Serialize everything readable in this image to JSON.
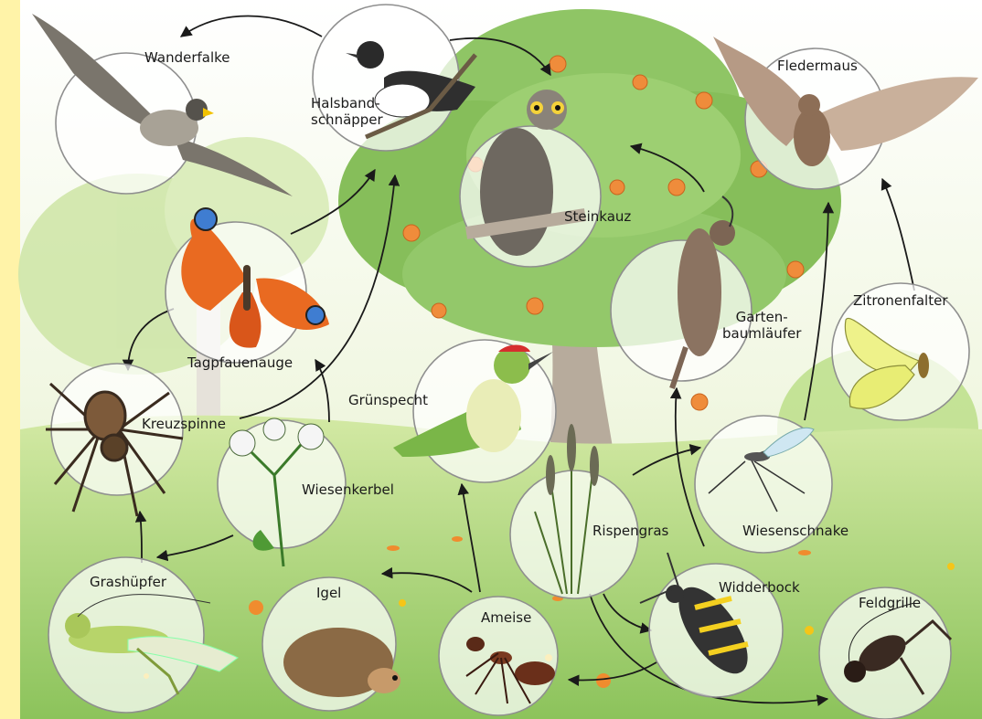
{
  "colors": {
    "margin_strip": "#fff3a8",
    "sky": "#f4f9e6",
    "meadow": "#b6d978",
    "foliage": "#8fc565",
    "trunk": "#b7ab9c",
    "circle_fill": "#ffffff",
    "circle_stroke": "#8f8f8f",
    "arrow": "#1a1a1a"
  },
  "organisms": {
    "wanderfalke": {
      "name": "Wanderfalke",
      "icon": "peregrine-falcon-icon"
    },
    "halsbandschnaepper": {
      "name_lines": [
        "Halsband-",
        "schnäpper"
      ],
      "icon": "flycatcher-icon"
    },
    "steinkauz": {
      "name": "Steinkauz",
      "icon": "little-owl-icon"
    },
    "fledermaus": {
      "name": "Fledermaus",
      "icon": "bat-icon"
    },
    "tagpfauenauge": {
      "name": "Tagpfauenauge",
      "icon": "peacock-butterfly-icon"
    },
    "gartenbaumlaeufer": {
      "name_lines": [
        "Garten-",
        "baumläufer"
      ],
      "icon": "treecreeper-icon"
    },
    "zitronenfalter": {
      "name": "Zitronenfalter",
      "icon": "brimstone-butterfly-icon"
    },
    "kreuzspinne": {
      "name": "Kreuzspinne",
      "icon": "cross-spider-icon"
    },
    "gruenspecht": {
      "name": "Grünspecht",
      "icon": "green-woodpecker-icon"
    },
    "wiesenkerbel": {
      "name": "Wiesenkerbel",
      "icon": "cow-parsley-icon"
    },
    "rispengras": {
      "name": "Rispengras",
      "icon": "meadow-grass-icon"
    },
    "wiesenschnake": {
      "name": "Wiesenschnake",
      "icon": "crane-fly-icon"
    },
    "grashuepfer": {
      "name": "Grashüpfer",
      "icon": "grasshopper-icon"
    },
    "igel": {
      "name": "Igel",
      "icon": "hedgehog-icon"
    },
    "ameise": {
      "name": "Ameise",
      "icon": "ant-icon"
    },
    "widderbock": {
      "name": "Widderbock",
      "icon": "wasp-beetle-icon"
    },
    "feldgrille": {
      "name": "Feldgrille",
      "icon": "field-cricket-icon"
    }
  },
  "arrows": [
    {
      "from": "halsbandschnaepper",
      "to": "wanderfalke"
    },
    {
      "from": "halsbandschnaepper",
      "to": "steinkauz"
    },
    {
      "from": "tagpfauenauge",
      "to": "halsbandschnaepper"
    },
    {
      "from": "kreuzspinne",
      "to": "halsbandschnaepper"
    },
    {
      "from": "tagpfauenauge",
      "to": "kreuzspinne"
    },
    {
      "from": "wiesenkerbel",
      "to": "tagpfauenauge"
    },
    {
      "from": "wiesenkerbel",
      "to": "grashuepfer"
    },
    {
      "from": "grashuepfer",
      "to": "kreuzspinne"
    },
    {
      "from": "ameise",
      "to": "igel"
    },
    {
      "from": "ameise",
      "to": "gruenspecht"
    },
    {
      "from": "gartenbaumlaeufer",
      "to": "steinkauz"
    },
    {
      "from": "wiesenschnake",
      "to": "gartenbaumlaeufer"
    },
    {
      "from": "wiesenschnake",
      "to": "fledermaus"
    },
    {
      "from": "zitronenfalter",
      "to": "fledermaus"
    },
    {
      "from": "rispengras",
      "to": "wiesenschnake"
    },
    {
      "from": "rispengras",
      "to": "widderbock"
    },
    {
      "from": "widderbock",
      "to": "ameise"
    },
    {
      "from": "rispengras",
      "to": "feldgrille"
    }
  ]
}
